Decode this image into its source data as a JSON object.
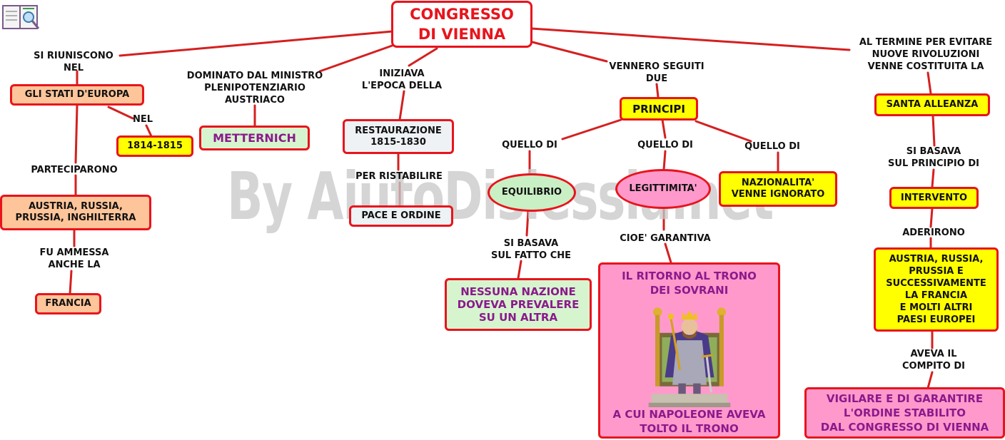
{
  "watermark": "By AiutoDislessia.net",
  "title": "CONGRESSO\nDI VIENNA",
  "left": {
    "label_riuniscono": "SI RIUNISCONO\nNEL",
    "stati": "GLI STATI D'EUROPA",
    "label_nel": "NEL",
    "anni": "1814-1815",
    "label_parteciparono": "PARTECIPARONO",
    "paesi": "AUSTRIA, RUSSIA,\nPRUSSIA, INGHILTERRA",
    "label_ammessa": "FU AMMESSA\nANCHE LA",
    "francia": "FRANCIA"
  },
  "metternich": {
    "label": "DOMINATO DAL MINISTRO\nPLENIPOTENZIARIO\nAUSTRIACO",
    "name": "METTERNICH"
  },
  "restaurazione": {
    "label_epoca": "INIZIAVA\nL'EPOCA DELLA",
    "box": "RESTAURAZIONE\n1815-1830",
    "label_ristabilire": "PER RISTABILIRE",
    "pace": "PACE E ORDINE"
  },
  "principi": {
    "label_seguiti": "VENNERO SEGUITI\nDUE",
    "box": "PRINCIPI",
    "label_quello1": "QUELLO DI",
    "label_quello2": "QUELLO DI",
    "label_quello3": "QUELLO DI",
    "equilibrio": "EQUILIBRIO",
    "legittimita": "LEGITTIMITA'",
    "nazionalita": "NAZIONALITA'\nVENNE IGNORATO",
    "label_basava": "SI BASAVA\nSUL FATTO CHE",
    "nessuna": "NESSUNA NAZIONE\nDOVEVA PREVALERE\nSU UN ALTRA",
    "label_cioe": "CIOE' GARANTIVA",
    "ritorno_top": "IL RITORNO AL TRONO\nDEI SOVRANI",
    "ritorno_bottom": "A CUI NAPOLEONE AVEVA\nTOLTO IL TRONO"
  },
  "alleanza": {
    "label_termine": "AL TERMINE PER EVITARE\nNUOVE RIVOLUZIONI\nVENNE COSTITUITA LA",
    "box": "SANTA ALLEANZA",
    "label_principio": "SI BASAVA\nSUL PRINCIPIO DI",
    "intervento": "INTERVENTO",
    "label_aderirono": "ADERIRONO",
    "membri": "AUSTRIA, RUSSIA,\nPRUSSIA E\nSUCCESSIVAMENTE\nLA FRANCIA\nE MOLTI ALTRI\nPAESI EUROPEI",
    "label_compito": "AVEVA IL\nCOMPITO DI",
    "vigilare": "VIGILARE E DI GARANTIRE\nL'ORDINE STABILITO\nDAL CONGRESSO DI VIENNA"
  },
  "colors": {
    "border": "#e8141c",
    "title": "#e8141c",
    "orange": "#ffc59a",
    "yellow": "#ffff00",
    "green": "#d6f5cf",
    "pink": "#ff99cc",
    "purple_text": "#8b1a8b"
  },
  "icons": {
    "logo": "book-icon",
    "king": "king-on-throne-icon"
  }
}
